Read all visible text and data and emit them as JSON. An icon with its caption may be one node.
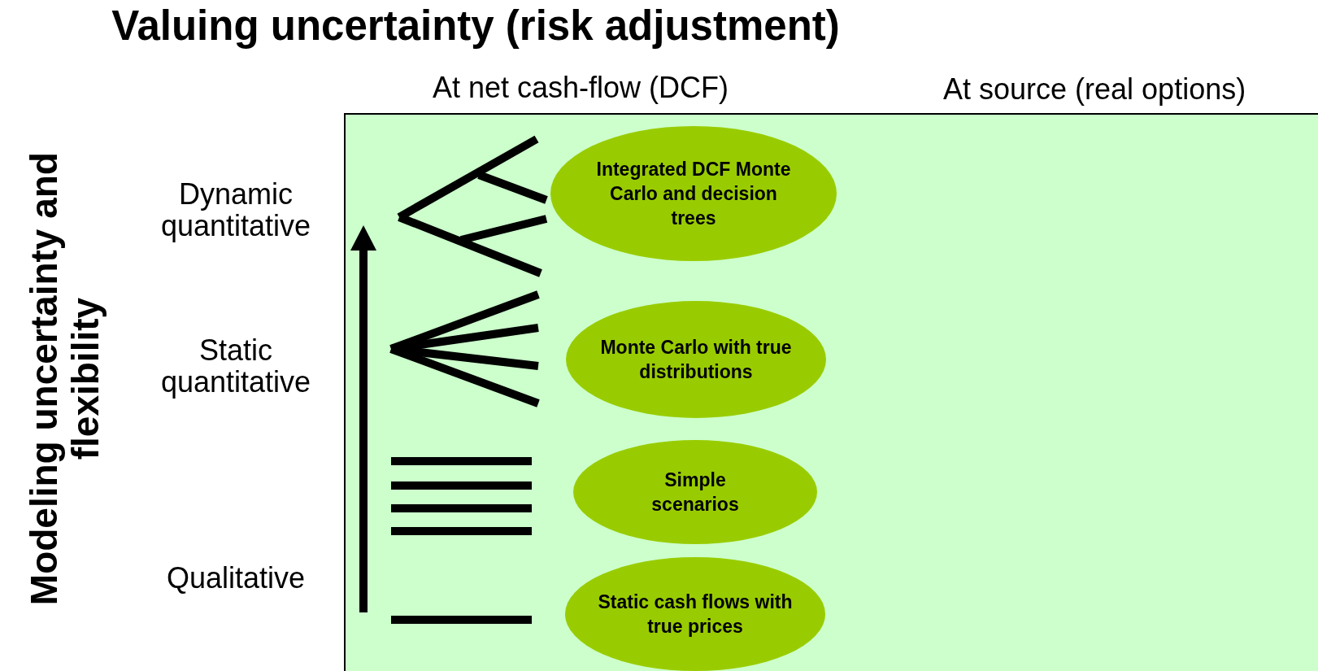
{
  "diagram": {
    "title": "Valuing uncertainty (risk adjustment)",
    "nodes": [
      {
        "text": [
          "Integrated DCF Monte Carlo and decision trees"
        ]
      },
      {
        "text": [
          "Monte Carlo with true distributions"
        ]
      },
      {
        "text": [
          "Simple scenarios"
        ]
      },
      {
        "text": [
          "Static cash flows with true prices"
        ]
      }
    ],
    "edges": [],
    "labels": [
      "At net cash-flow (DCF)",
      "At source (real options)",
      "Modeling uncertainty and flexibility",
      "Dynamic quantitative",
      "Static quantitative",
      "Qualitative"
    ]
  }
}
